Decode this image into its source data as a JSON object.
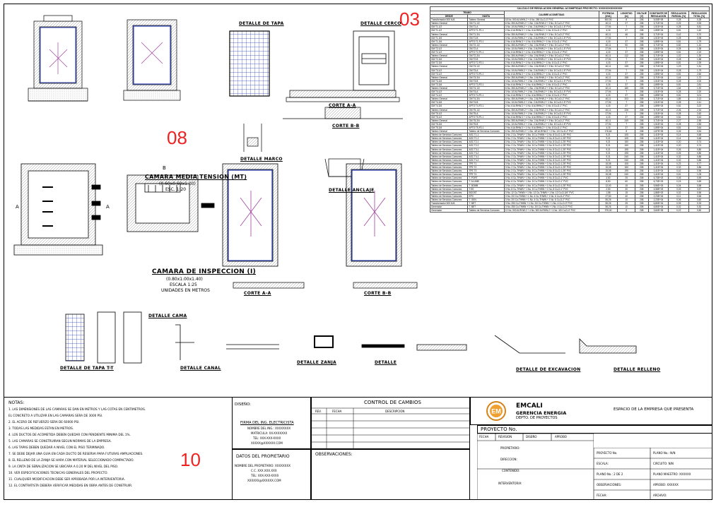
{
  "markers": {
    "m03": "03",
    "m08": "08",
    "m10": "10"
  },
  "drawings": {
    "camara_media_titulo": "CAMARA MEDIA TENSION (MT)",
    "camara_media_dim": "(0.60x0.60x1.00)",
    "camara_media_esc": "ESC. 1:20",
    "camara_insp_titulo": "CAMARA DE INSPECCION (I)",
    "camara_insp_dim": "(0.80x1.00x1.40)",
    "camara_insp_esc": "ESCALA 1:25",
    "camara_insp_unidades": "UNIDADES EN METROS",
    "det_tapa": "DETALLE DE TAPA",
    "det_cerco": "DETALLE CERCO",
    "corte_aa": "CORTE A-A",
    "corte_bb": "CORTE B-B",
    "det_marco": "DETALLE MARCO",
    "det_anclaje": "DETALLE ANCLAJE",
    "det_cama": "DETALLE CAMA",
    "det_tapa_tt": "DETALLE DE TAPA T-T",
    "det_canal": "DETALLE CANAL",
    "det_zanja": "DETALLE ZANJA",
    "det_ducto": "DETALLE",
    "det_excavacion": "DETALLE DE EXCAVACION",
    "det_relleno": "DETALLE RELLENO",
    "letter_a": "A",
    "letter_b": "B"
  },
  "calc_table": {
    "title": "CALCULO DE REGULACION GENERAL ACOMETIDAS PROYECTO: XXXXXXXXXXXXXX",
    "group_header": "TRAMO",
    "headers": [
      "DESDE",
      "HASTA",
      "CALIBRE ACOMETIDAS",
      "POTENCIA [kVA]",
      "LONGITUD [m]",
      "VOLTAJE [V]",
      "CONSTANTE DE REGULACION",
      "REGULACION PARCIAL [%]",
      "REGULACION TOTAL [%]"
    ],
    "rows": [
      [
        "Transformador 500 kVA",
        "Tablero General",
        "18 No. 500 Al-MHW-2 + 6 No. 250 Cu-D-3\" PVC",
        "500,00",
        "8",
        "208",
        "5,05E+05",
        "0,28",
        "0,28"
      ],
      [
        "Tablero General",
        "GM T1-1/2",
        "6 No. 350 Al-RHW-2 + 1 No. 2 Al-RHW-2 + 3 No. 8 Cu-D-2\" PVC",
        "40,11",
        "27",
        "208",
        "3,71E+04",
        "0,25",
        "0,53"
      ],
      [
        "GM T1-1/2",
        "GM T1-A",
        "3 No. 1/0 Al-RHW-2 + 1 No. 2 Al-RHW-2 + 1 No. 8 Cu-D-1.5\" PVC",
        "27,94",
        "7",
        "208",
        "1,51E+04",
        "0,28",
        "0,81"
      ],
      [
        "GM T1-1/2",
        "APTO T1-P1.1",
        "2 No. 6 Al-RHW-2 + 1 No. 6 Al-RHW-2 + 1 No. 8 Cu-D-1\" PVC",
        "4,15",
        "37",
        "208",
        "1,89E+04",
        "0,81",
        "1,62"
      ],
      [
        "Tablero General",
        "GM T1-3/4",
        "6 No. 350 Al-RHW-2 + 1 No. 2 Al-RHW-2 + 3 No. 8 Cu-D-2\" PVC",
        "40,11",
        "46",
        "208",
        "3,71E+04",
        "0,42",
        "0,70"
      ],
      [
        "GM T1-3/4",
        "GM T1-B",
        "3 No. 1/0 Al-RHW-2 + 1 No. 2 Al-RHW-2 + 1 No. 8 Cu-D-1.5\" PVC",
        "27,94",
        "7",
        "208",
        "1,51E+04",
        "0,28",
        "0,98"
      ],
      [
        "GM T1-3/4",
        "APTO T1-P2.1",
        "2 No. 6 Al-RHW-2 + 1 No. 6 Al-RHW-2 + 1 No. 8 Cu-D-1\" PVC",
        "4,15",
        "37",
        "208",
        "1,89E+04",
        "0,81",
        "1,79"
      ],
      [
        "Tablero General",
        "GM T2-1/2",
        "6 No. 350 Al-RHW-2 + 1 No. 2 Al-RHW-2 + 3 No. 8 Cu-D-2\" PVC",
        "40,11",
        "90",
        "208",
        "3,71E+04",
        "0,82",
        "1,10"
      ],
      [
        "GM T2-1/2",
        "GM T2-A",
        "3 No. 1/0 Al-RHW-2 + 1 No. 2 Al-RHW-2 + 1 No. 8 Cu-D-1.5\" PVC",
        "27,94",
        "7",
        "208",
        "1,51E+04",
        "0,28",
        "1,38"
      ],
      [
        "GM T2-1/2",
        "APTO T2-P1.1",
        "2 No. 6 Al-RHW-2 + 1 No. 6 Al-RHW-2 + 1 No. 8 Cu-D-1\" PVC",
        "4,15",
        "37",
        "208",
        "1,89E+04",
        "0,81",
        "2,19"
      ],
      [
        "Tablero General",
        "GM T2-3/4",
        "6 No. 350 Al-RHW-2 + 1 No. 2 Al-RHW-2 + 3 No. 8 Cu-D-2\" PVC",
        "40,11",
        "112",
        "208",
        "3,71E+04",
        "1,02",
        "1,30"
      ],
      [
        "GM T2-3/4",
        "GM T2-B",
        "3 No. 1/0 Al-RHW-2 + 1 No. 2 Al-RHW-2 + 1 No. 8 Cu-D-1.5\" PVC",
        "27,94",
        "7",
        "208",
        "1,51E+04",
        "0,28",
        "1,58"
      ],
      [
        "GM T2-3/4",
        "APTO T2-P2.1",
        "2 No. 6 Al-RHW-2 + 1 No. 6 Al-RHW-2 + 1 No. 8 Cu-D-1\" PVC",
        "4,15",
        "37",
        "208",
        "1,89E+04",
        "0,81",
        "2,39"
      ],
      [
        "Tablero General",
        "GM T3-1/2",
        "6 No. 350 Al-RHW-2 + 1 No. 2 Al-RHW-2 + 3 No. 8 Cu-D-2\" PVC",
        "40,11",
        "135",
        "208",
        "3,71E+04",
        "1,23",
        "1,51"
      ],
      [
        "GM T3-1/2",
        "GM T3-A",
        "3 No. 1/0 Al-RHW-2 + 1 No. 2 Al-RHW-2 + 1 No. 8 Cu-D-1.5\" PVC",
        "27,94",
        "7",
        "208",
        "1,51E+04",
        "0,28",
        "1,79"
      ],
      [
        "GM T3-1/2",
        "APTO T3-P1.1",
        "2 No. 6 Al-RHW-2 + 1 No. 6 Al-RHW-2 + 1 No. 8 Cu-D-1\" PVC",
        "4,15",
        "37",
        "208",
        "1,89E+04",
        "0,81",
        "2,60"
      ],
      [
        "Tablero General",
        "GM T3-3/4",
        "6 No. 350 Al-RHW-2 + 1 No. 2 Al-RHW-2 + 3 No. 8 Cu-D-2\" PVC",
        "40,11",
        "158",
        "208",
        "3,71E+04",
        "1,44",
        "1,72"
      ],
      [
        "GM T3-3/4",
        "GM T3-B",
        "3 No. 1/0 Al-RHW-2 + 1 No. 2 Al-RHW-2 + 1 No. 8 Cu-D-1.5\" PVC",
        "27,94",
        "7",
        "208",
        "1,51E+04",
        "0,28",
        "2,00"
      ],
      [
        "GM T3-3/4",
        "APTO T3-P2.1",
        "2 No. 6 Al-RHW-2 + 1 No. 6 Al-RHW-2 + 1 No. 8 Cu-D-1\" PVC",
        "4,15",
        "37",
        "208",
        "1,89E+04",
        "0,81",
        "2,81"
      ],
      [
        "Tablero General",
        "GM T4-1/2",
        "6 No. 350 Al-RHW-2 + 1 No. 2 Al-RHW-2 + 3 No. 8 Cu-D-2\" PVC",
        "40,11",
        "180",
        "208",
        "3,71E+04",
        "1,64",
        "1,92"
      ],
      [
        "GM T4-1/2",
        "GM T4-A",
        "3 No. 1/0 Al-RHW-2 + 1 No. 2 Al-RHW-2 + 1 No. 8 Cu-D-1.5\" PVC",
        "27,94",
        "7",
        "208",
        "1,51E+04",
        "0,28",
        "2,20"
      ],
      [
        "GM T4-1/2",
        "APTO T4-P1.1",
        "2 No. 6 Al-RHW-2 + 1 No. 6 Al-RHW-2 + 1 No. 8 Cu-D-1\" PVC",
        "4,15",
        "37",
        "208",
        "1,89E+04",
        "0,81",
        "3,01"
      ],
      [
        "Tablero General",
        "GM T4-3/4",
        "6 No. 350 Al-RHW-2 + 1 No. 2 Al-RHW-2 + 3 No. 8 Cu-D-2\" PVC",
        "40,11",
        "203",
        "208",
        "3,71E+04",
        "1,85",
        "2,13"
      ],
      [
        "GM T4-3/4",
        "GM T4-B",
        "3 No. 1/0 Al-RHW-2 + 1 No. 2 Al-RHW-2 + 1 No. 8 Cu-D-1.5\" PVC",
        "27,94",
        "7",
        "208",
        "1,51E+04",
        "0,28",
        "2,41"
      ],
      [
        "GM T4-3/4",
        "APTO T4-P2.1",
        "2 No. 6 Al-RHW-2 + 1 No. 6 Al-RHW-2 + 1 No. 8 Cu-D-1\" PVC",
        "4,15",
        "37",
        "208",
        "1,89E+04",
        "0,81",
        "3,22"
      ],
      [
        "Tablero General",
        "GM T5-1/2",
        "6 No. 350 Al-RHW-2 + 1 No. 2 Al-RHW-2 + 3 No. 8 Cu-D-2\" PVC",
        "40,11",
        "226",
        "208",
        "3,71E+04",
        "2,06",
        "2,34"
      ],
      [
        "GM T5-1/2",
        "GM T5-A",
        "3 No. 1/0 Al-RHW-2 + 1 No. 2 Al-RHW-2 + 1 No. 8 Cu-D-1.5\" PVC",
        "27,94",
        "7",
        "208",
        "1,51E+04",
        "0,28",
        "2,62"
      ],
      [
        "GM T5-1/2",
        "APTO T5-P1.1",
        "2 No. 6 Al-RHW-2 + 1 No. 6 Al-RHW-2 + 1 No. 8 Cu-D-1\" PVC",
        "4,15",
        "37",
        "208",
        "1,89E+04",
        "0,81",
        "3,43"
      ],
      [
        "Tablero General",
        "GM T5-3/4",
        "6 No. 350 Al-RHW-2 + 1 No. 2 Al-RHW-2 + 3 No. 8 Cu-D-2\" PVC",
        "40,11",
        "249",
        "208",
        "3,71E+04",
        "2,27",
        "2,55"
      ],
      [
        "GM T5-3/4",
        "GM T5-B",
        "3 No. 1/0 Al-RHW-2 + 1 No. 2 Al-RHW-2 + 1 No. 8 Cu-D-1.5\" PVC",
        "27,94",
        "7",
        "208",
        "1,51E+04",
        "0,28",
        "2,83"
      ],
      [
        "GM T5-3/4",
        "APTO T5-P2.1",
        "2 No. 6 Al-RHW-2 + 1 No. 6 Al-RHW-2 + 1 No. 8 Cu-D-1\" PVC",
        "4,15",
        "37",
        "208",
        "1,89E+04",
        "0,81",
        "3,64"
      ],
      [
        "Tablero General",
        "Tablero de Servicios Comunes",
        "6 No. 250 Al-RHW-2 + 1 No. 4/0 Al-RHW-2 + 2 No. 1/0 Cu-D-2\" PVC",
        "176,64",
        "8",
        "208",
        "1,87E+05",
        "0,26",
        "0,54"
      ],
      [
        "Tablero de Servicios Comunes",
        "ASC T1-1",
        "3 No. 2 Cu-THWN + 1 No. 8 Cu-THWN + 1 No. 8 Cu-D-1.25\" PVC",
        "9,21",
        "105",
        "208",
        "1,41E+04",
        "0,14",
        "0,68"
      ],
      [
        "Tablero de Servicios Comunes",
        "ASC T1-2",
        "3 No. 2 Cu-THWN + 1 No. 8 Cu-THWN + 1 No. 8 Cu-D-1.25\" PVC",
        "9,21",
        "105",
        "208",
        "1,41E+04",
        "0,14",
        "0,68"
      ],
      [
        "Tablero de Servicios Comunes",
        "ASC T2-1",
        "3 No. 2 Cu-THWN + 1 No. 8 Cu-THWN + 1 No. 8 Cu-D-1.25\" PVC",
        "9,21",
        "150",
        "208",
        "1,41E+04",
        "0,20",
        "0,74"
      ],
      [
        "Tablero de Servicios Comunes",
        "ASC T2-2",
        "3 No. 2 Cu-THWN + 1 No. 8 Cu-THWN + 1 No. 8 Cu-D-1.25\" PVC",
        "9,21",
        "150",
        "208",
        "1,41E+04",
        "0,20",
        "0,74"
      ],
      [
        "Tablero de Servicios Comunes",
        "ASC T3-1",
        "3 No. 2 Cu-THWN + 1 No. 8 Cu-THWN + 1 No. 8 Cu-D-1.25\" PVC",
        "9,21",
        "195",
        "208",
        "1,41E+04",
        "0,26",
        "0,80"
      ],
      [
        "Tablero de Servicios Comunes",
        "ASC T3-2",
        "3 No. 2 Cu-THWN + 1 No. 8 Cu-THWN + 1 No. 8 Cu-D-1.25\" PVC",
        "9,21",
        "195",
        "208",
        "1,41E+04",
        "0,26",
        "0,80"
      ],
      [
        "Tablero de Servicios Comunes",
        "ASC T4-1",
        "3 No. 2 Cu-THWN + 1 No. 8 Cu-THWN + 1 No. 8 Cu-D-1.25\" PVC",
        "9,21",
        "240",
        "208",
        "1,41E+04",
        "0,32",
        "0,86"
      ],
      [
        "Tablero de Servicios Comunes",
        "ASC T4-2",
        "3 No. 2 Cu-THWN + 1 No. 8 Cu-THWN + 1 No. 8 Cu-D-1.25\" PVC",
        "9,21",
        "240",
        "208",
        "1,41E+04",
        "0,32",
        "0,86"
      ],
      [
        "Tablero de Servicios Comunes",
        "TPE T1",
        "3 No. 2 Cu-THWN + 1 No. 8 Cu-THWN + 1 No. 8 Cu-D-1.25\" PVC",
        "15,08",
        "105",
        "208",
        "1,41E+04",
        "0,23",
        "0,77"
      ],
      [
        "Tablero de Servicios Comunes",
        "TPE T2",
        "3 No. 2 Cu-THWN + 1 No. 8 Cu-THWN + 1 No. 8 Cu-D-1.25\" PVC",
        "15,08",
        "150",
        "208",
        "1,41E+04",
        "0,32",
        "0,86"
      ],
      [
        "Tablero de Servicios Comunes",
        "TPE T3",
        "3 No. 2 Cu-THWN + 1 No. 8 Cu-THWN + 1 No. 8 Cu-D-1.25\" PVC",
        "15,08",
        "195",
        "208",
        "1,41E+04",
        "0,42",
        "0,96"
      ],
      [
        "Tablero de Servicios Comunes",
        "TPE T4",
        "3 No. 2 Cu-THWN + 1 No. 8 Cu-THWN + 1 No. 8 Cu-D-1.25\" PVC",
        "15,08",
        "240",
        "208",
        "1,41E+04",
        "0,51",
        "1,05"
      ],
      [
        "Tablero de Servicios Comunes",
        "T. PORT",
        "3 No. 6 Cu-THWN + 1 No. 8 Cu-THWN + 1 No. 8 Cu-D-1\" PVC",
        "3,50",
        "25",
        "208",
        "6,73E+03",
        "0,05",
        "0,59"
      ],
      [
        "Tablero de Servicios Comunes",
        "T. ALUMB",
        "3 No. 6 Cu-THWN + 1 No. 8 Cu-THWN + 1 No. 8 Cu-D-1\" PVC",
        "8,50",
        "60",
        "208",
        "6,73E+03",
        "0,15",
        "0,69"
      ],
      [
        "Tablero de Servicios Comunes",
        "T. BOMB",
        "3 No. 4 Cu-THWN + 1 No. 8 Cu-THWN + 1 No. 8 Cu-D-1.25\" PVC",
        "12,00",
        "15",
        "208",
        "9,56E+03",
        "0,04",
        "0,58"
      ],
      [
        "Tablero de Servicios Comunes",
        "T.SS",
        "3 No. 8 Cu-THWN + 1 No. 8 Cu-THWN + 1 No. 8 Cu-D-1\" PVC",
        "2,50",
        "30",
        "208",
        "4,58E+03",
        "0,03",
        "0,57"
      ],
      [
        "Tablero de Servicios Comunes",
        "BOOST",
        "3 No. 12 Cu-THWN + 1 No. 12 Cu-THWN + 1 No. 12 Cu-D-3/4\" PVC",
        "1,58",
        "15",
        "208",
        "1,86E+03",
        "0,02",
        "0,56"
      ],
      [
        "Tablero de Servicios Comunes",
        "EPC",
        "3 No. 2/0 Cu-THWN + 1 No. 4 Cu-THWN + 1 No. 6 Cu-D-2\" PVC",
        "27,50",
        "40",
        "208",
        "2,23E+04",
        "0,11",
        "0,65"
      ],
      [
        "Tablero de Servicios Comunes",
        "T. GEN",
        "3 No. 2/0 Cu-THWN + 1 No. 4 Cu-THWN + 1 No. 6 Cu-D-2\" PVC",
        "55,26",
        "10",
        "208",
        "2,23E+04",
        "0,06",
        "0,60"
      ],
      [
        "Transformador 500 kVA",
        "T. BET",
        "3 No. 250 Cu-THWN + 1 No. 2/0 Cu-THWN + 1 No. 4 Cu-D-3\" PVC",
        "55,26",
        "25",
        "208",
        "6,80E+04",
        "0,05",
        "0,33"
      ],
      [
        "Generador",
        "T. BET",
        "3 No. 250 Cu-THWN + 1 No. 2/0 Cu-THWN + 1 No. 4 Cu-D-3\" PVC",
        "55,26",
        "10",
        "208",
        "6,80E+04",
        "0,02",
        "0,30"
      ],
      [
        "Generador",
        "Tablero de Servicios Comunes",
        "12 No. 500 Al-RHW-2 + 4 No. 500 Al-RHW-2 + 4 No. 4/0 Cu-D-4\" PVC",
        "375,00",
        "8",
        "208",
        "3,60E+05",
        "0,22",
        "0,50"
      ]
    ]
  },
  "notes": {
    "title": "NOTAS:",
    "items": [
      "1. LAS DIMENSIONES DE LAS CAMARAS SE DAN EN METROS Y LAS COTAS EN CENTIMETROS.",
      "   EL CONCRETO A UTILIZAR EN LAS CAMARAS SERA DE 3000 PSI.",
      "2. EL ACERO DE REFUERZO SERA DE 60000 PSI.",
      "3. TODAS LAS MEDIDAS ESTAN EN METROS.",
      "4. LOS DUCTOS DE ACOMETIDA DEBEN QUEDAR CON PENDIENTE MINIMA DEL 1%.",
      "5. LAS CAMARAS SE CONSTRUIRAN SEGUN NORMAS DE LA EMPRESA.",
      "6. LAS TAPAS DEBEN QUEDAR A NIVEL CON EL PISO TERMINADO.",
      "7. SE DEBE DEJAR UNA GUIA EN CADA DUCTO DE RESERVA PARA FUTURAS AMPLIACIONES.",
      "8. EL RELLENO DE LA ZANJA SE HARA CON MATERIAL SELECCIONADO COMPACTADO.",
      "9. LA CINTA DE SEÑALIZACION SE UBICARA A 0.20 M DEL NIVEL DEL PISO.",
      "10. VER ESPECIFICACIONES TECNICAS GENERALES DEL PROYECTO.",
      "11. CUALQUIER MODIFICACION DEBE SER APROBADA POR LA INTERVENTORIA.",
      "12. EL CONTRATISTA DEBERA VERIFICAR MEDIDAS EN OBRA ANTES DE CONSTRUIR."
    ]
  },
  "title_block": {
    "diseno_label": "DISEÑO:",
    "firma_label": "FIRMA DEL ING. ELECTRICISTA",
    "nombre_label": "NOMBRE DEL ING.: XXXXXXXX",
    "matricula_label": "MATRICULA: XX-XXXXXXX",
    "tel_label": "TEL: XXX-XXX-XXXX",
    "email": "XXXXX@XXXXXX.COM",
    "propietario_title": "DATOS DEL PROPIETARIO",
    "prop_nombre": "NOMBRE DEL PROPIETARIO: XXXXXXXX",
    "prop_cc": "C.C. XXX.XXX.XXX",
    "prop_tel": "TEL: XXX-XXX-XXXX",
    "prop_email": "XXXXXX@XXXXXX.COM",
    "control_title": "CONTROL DE CAMBIOS",
    "control_headers": [
      "REV.",
      "FECHA",
      "DESCRIPCION"
    ],
    "observaciones_label": "OBSERVACIONES:",
    "company_name": "EMCALI",
    "company_sub1": "GERENCIA ENERGIA",
    "company_sub2": "DEPTO. DE PROYECTOS",
    "logo_text": "EM",
    "espacio_label": "ESPACIO DE LA EMPRESA QUE PRESENTA",
    "proyecto_label": "PROYECTO No.",
    "grid_headers": [
      "FECHA",
      "REVISION",
      "DISEÑO",
      "APROBO"
    ],
    "propietario_label": "PROPIETARIO:",
    "direccion_label": "DIRECCION:",
    "contenido_label": "CONTENIDO:",
    "interventoria_label": "INTERVENTORIA:",
    "right_rows": [
      [
        "PROYECTO No.",
        "PLANO No.: N/N"
      ],
      [
        "ESCALA:",
        "CIRCUITO: N/N"
      ],
      [
        "PLANO No.: 2 DE 2",
        "PLANO MAESTRO: XXXXXX"
      ],
      [
        "OBSERVACIONES:",
        "APROBO: XXXXXX"
      ],
      [
        "FECHA:",
        "ARCHIVO:"
      ]
    ]
  }
}
